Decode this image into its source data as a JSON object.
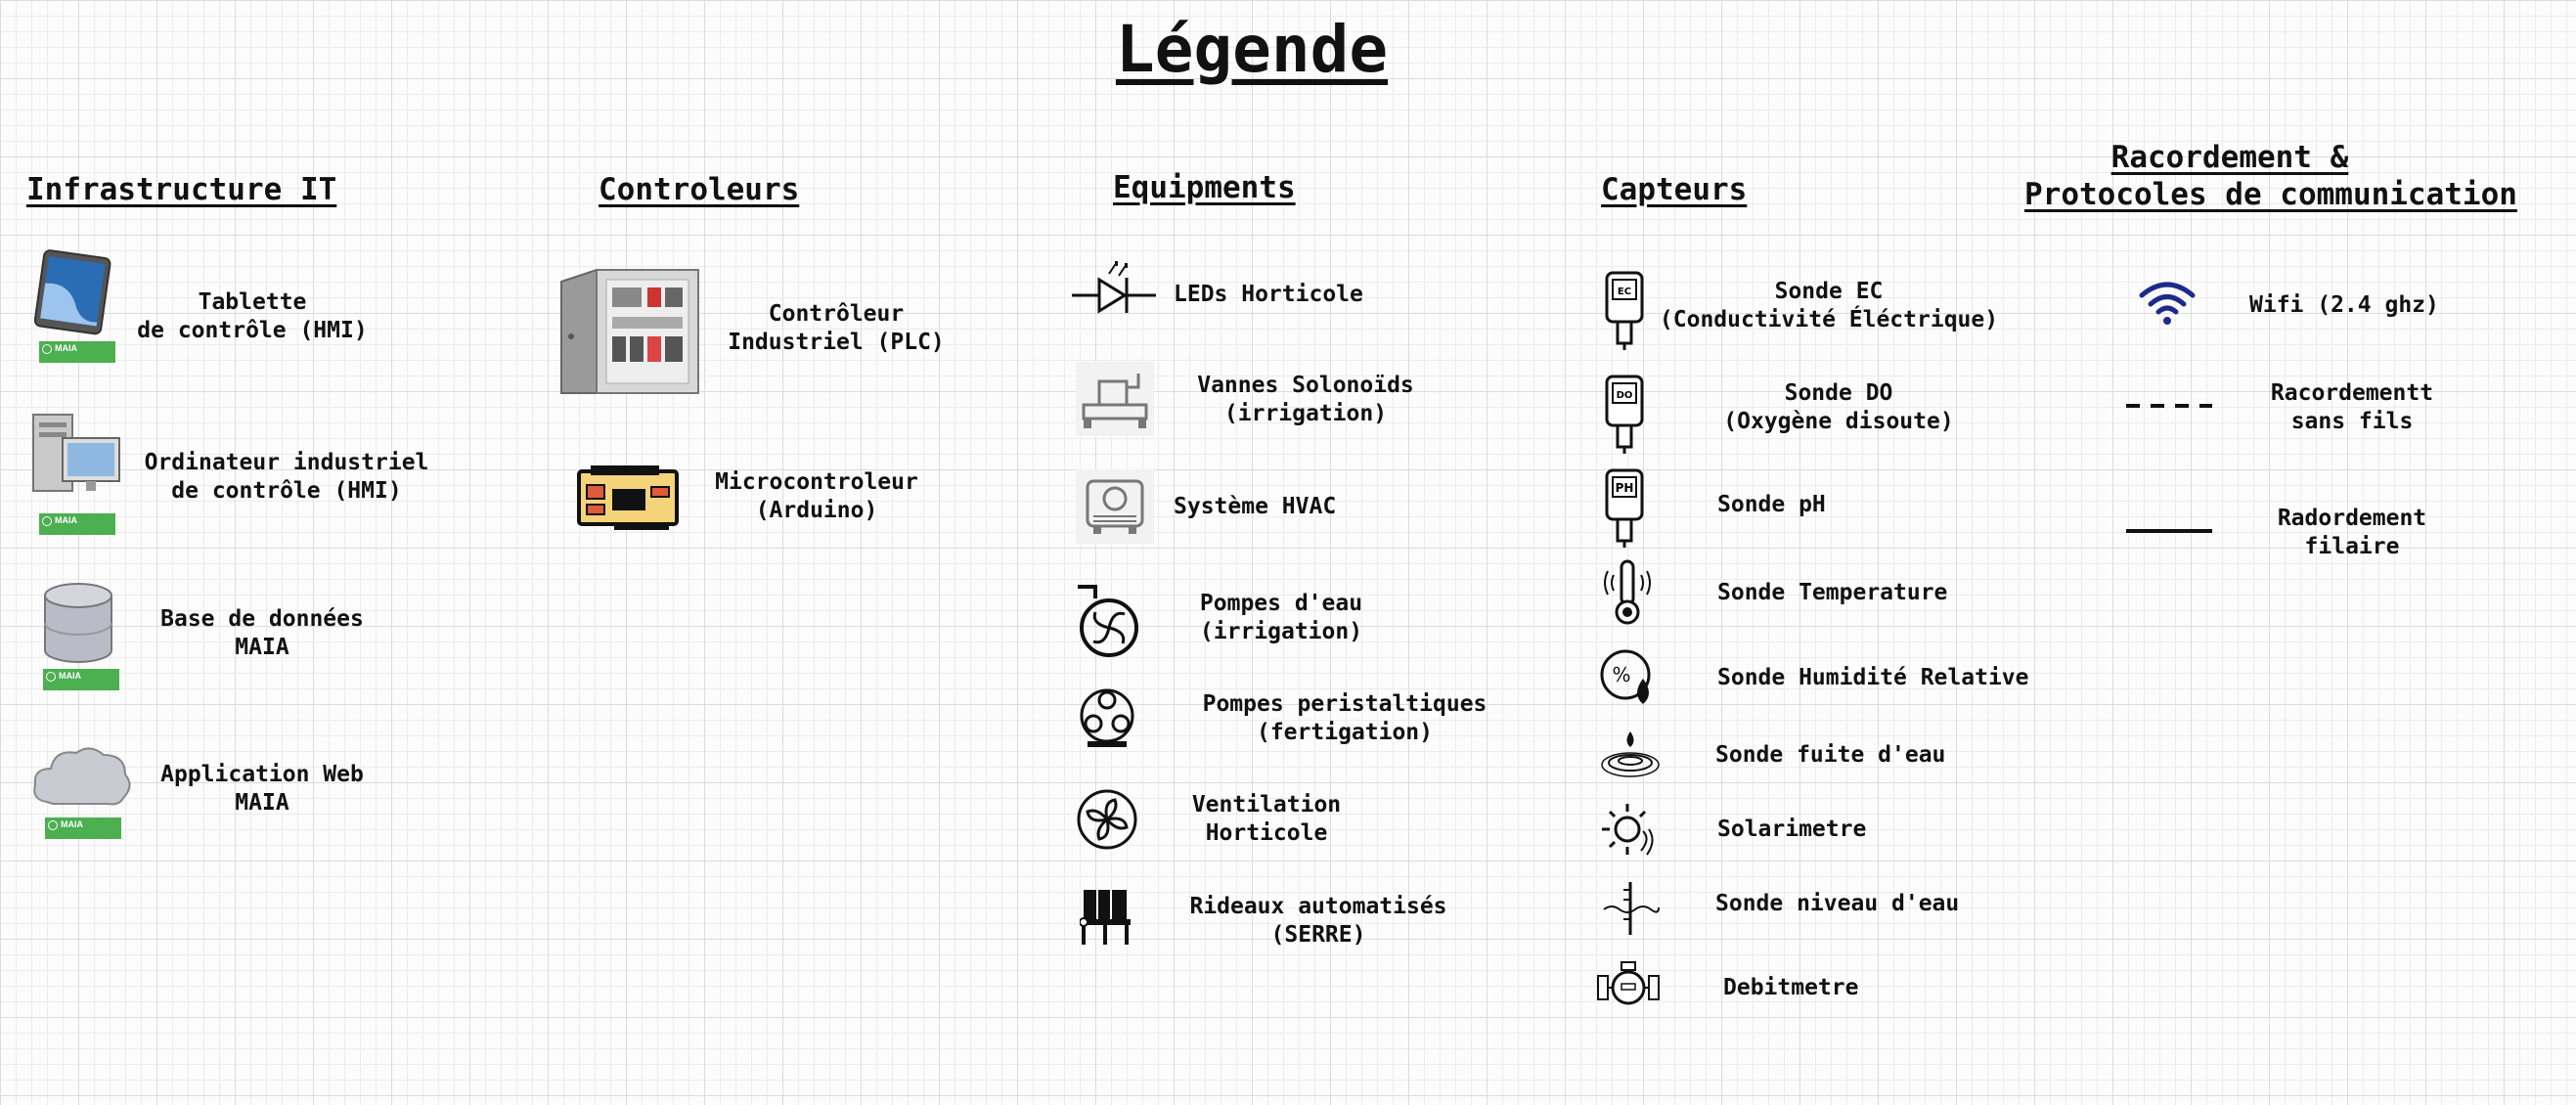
{
  "title": "Légende",
  "colors": {
    "wifi": "#1d2a8c",
    "maia_badge": "#4caf50",
    "grid": "#dcdcdc"
  },
  "sections": {
    "infrastructure": {
      "header": "Infrastructure IT",
      "items": [
        {
          "icon": "tablet-icon",
          "label": "Tablette\nde contrôle (HMI)",
          "badge": "MAIA"
        },
        {
          "icon": "industrial-computer-icon",
          "label": "Ordinateur industriel\nde contrôle (HMI)",
          "badge": "MAIA"
        },
        {
          "icon": "database-icon",
          "label": "Base de données\nMAIA",
          "badge": "MAIA"
        },
        {
          "icon": "cloud-icon",
          "label": "Application Web\nMAIA",
          "badge": "MAIA"
        }
      ]
    },
    "controllers": {
      "header": "Controleurs",
      "items": [
        {
          "icon": "plc-cabinet-icon",
          "label": "Contrôleur\nIndustriel (PLC)"
        },
        {
          "icon": "arduino-board-icon",
          "label": "Microcontroleur\n(Arduino)"
        }
      ]
    },
    "equipments": {
      "header": "Equipments",
      "items": [
        {
          "icon": "led-diode-icon",
          "label": "LEDs Horticole"
        },
        {
          "icon": "solenoid-valve-icon",
          "label": "Vannes Solonoïds\n(irrigation)"
        },
        {
          "icon": "hvac-icon",
          "label": "Système HVAC"
        },
        {
          "icon": "water-pump-icon",
          "label": "Pompes d'eau\n(irrigation)"
        },
        {
          "icon": "peristaltic-pump-icon",
          "label": "Pompes peristaltiques\n(fertigation)"
        },
        {
          "icon": "fan-icon",
          "label": "Ventilation\nHorticole"
        },
        {
          "icon": "curtain-icon",
          "label": "Rideaux automatisés\n(SERRE)"
        }
      ]
    },
    "sensors": {
      "header": "Capteurs",
      "items": [
        {
          "icon": "ec-probe-icon",
          "probe_text": "EC",
          "label": "Sonde EC\n(Conductivité Éléctrique)"
        },
        {
          "icon": "do-probe-icon",
          "probe_text": "DO",
          "label": "Sonde DO\n(Oxygène disoute)"
        },
        {
          "icon": "ph-probe-icon",
          "probe_text": "PH",
          "label": "Sonde pH"
        },
        {
          "icon": "thermometer-icon",
          "label": "Sonde Temperature"
        },
        {
          "icon": "humidity-icon",
          "label": "Sonde Humidité Relative"
        },
        {
          "icon": "water-leak-icon",
          "label": "Sonde fuite d'eau"
        },
        {
          "icon": "sun-icon",
          "label": "Solarimetre"
        },
        {
          "icon": "water-level-icon",
          "label": "Sonde niveau d'eau"
        },
        {
          "icon": "flow-meter-icon",
          "label": "Debitmetre"
        }
      ]
    },
    "connections": {
      "header_line1": "Racordement &",
      "header_line2": "Protocoles de communication",
      "items": [
        {
          "icon": "wifi-icon",
          "label": "Wifi (2.4 ghz)"
        },
        {
          "icon": "dashed-line-icon",
          "label": "Racordementt\nsans fils"
        },
        {
          "icon": "solid-line-icon",
          "label": "Radordement\nfilaire"
        }
      ]
    }
  }
}
